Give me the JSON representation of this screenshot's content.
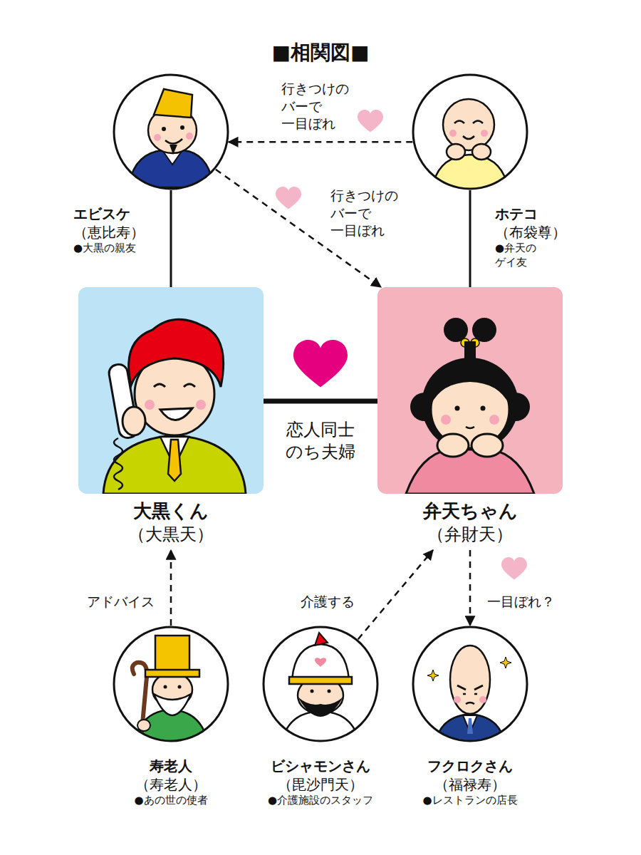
{
  "diagram": {
    "title": "■相関図■",
    "nodes": [
      {
        "text": [
          "エビスケ",
          "（恵比寿）",
          "●大黒の親友"
        ]
      },
      {
        "text": [
          "ホテコ",
          "（布袋尊）",
          "●弁天の ゲイ友"
        ]
      },
      {
        "text": [
          "大黒くん",
          "（大黒天）"
        ]
      },
      {
        "text": [
          "弁天ちゃん",
          "（弁財天）"
        ]
      },
      {
        "text": [
          "寿老人",
          "（寿老人）",
          "●あの世の使者"
        ]
      },
      {
        "text": [
          "ビシャモンさん",
          "（毘沙門天）",
          "●介護施設のスタッフ"
        ]
      },
      {
        "text": [
          "フクロクさん",
          "（福禄寿）",
          "●レストランの店長"
        ]
      }
    ],
    "edges": [
      {
        "from": 1,
        "to": 0,
        "arrow": "to",
        "label": "行きつけの バーで 一目ぼれ"
      },
      {
        "from": 0,
        "to": 3,
        "arrow": "to",
        "label": "行きつけの バーで 一目ぼれ"
      },
      {
        "from": 0,
        "to": 2,
        "arrow": "none"
      },
      {
        "from": 1,
        "to": 3,
        "arrow": "none"
      },
      {
        "from": 2,
        "to": 3,
        "arrow": "none",
        "label": "恋人同士 のち夫婦"
      },
      {
        "from": 4,
        "to": 2,
        "arrow": "to",
        "label": "アドバイス"
      },
      {
        "from": 5,
        "to": 3,
        "arrow": "to",
        "label": "介護する"
      },
      {
        "from": 3,
        "to": 6,
        "arrow": "to",
        "label": "一目ぼれ？"
      }
    ]
  }
}
